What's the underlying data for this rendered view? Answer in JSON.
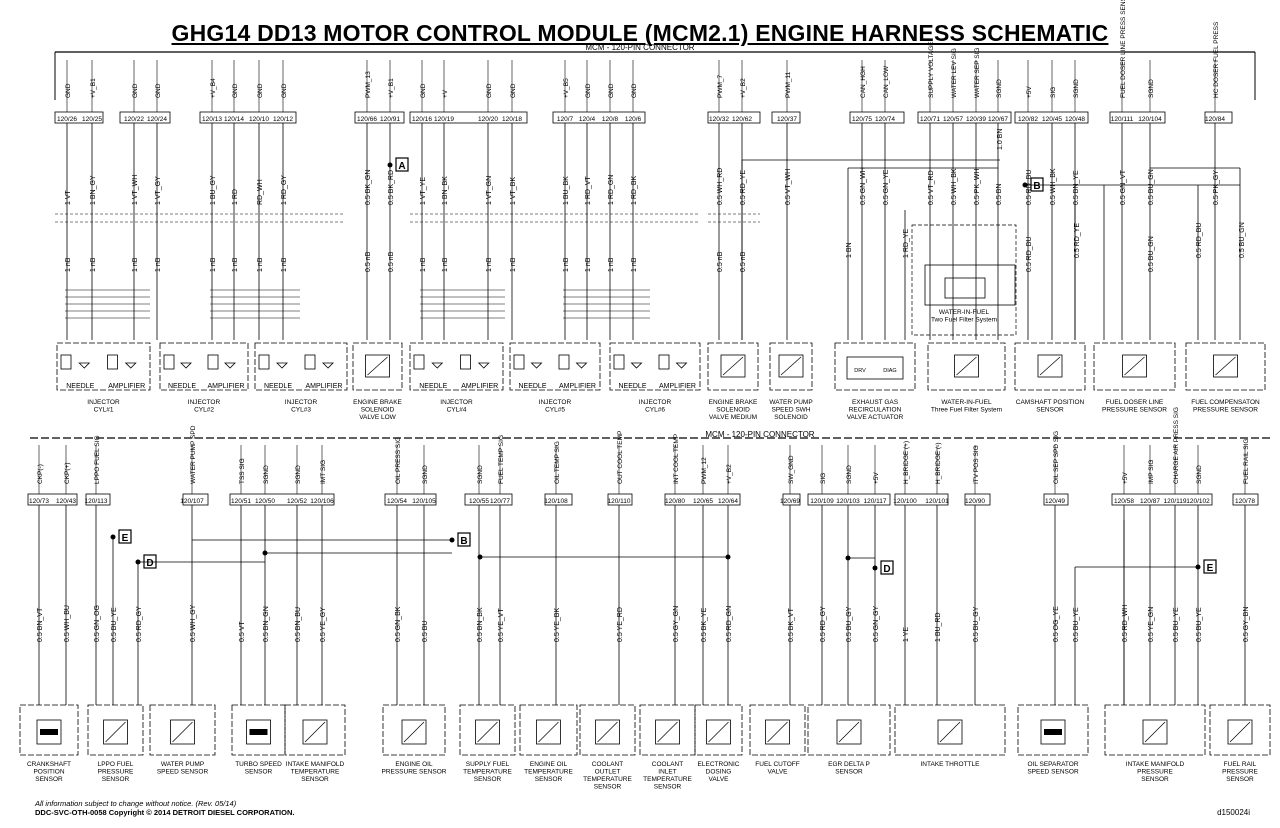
{
  "title": "GHG14 DD13 MOTOR CONTROL MODULE (MCM2.1) ENGINE HARNESS SCHEMATIC",
  "connector_label": "MCM - 120-PIN CONNECTOR",
  "footer": {
    "disclaimer": "All information subject to change without notice. (Rev. 05/14)",
    "copyright": "DDC-SVC-OTH-0058  Copyright © 2014 DETROIT DIESEL CORPORATION.",
    "doc_id": "d150024i"
  },
  "top": {
    "pins": [
      {
        "sig": "GND",
        "pin": "120/26",
        "wire": "1 VT",
        "gauge": "1 nB"
      },
      {
        "sig": "+V_B1",
        "pin": "120/25",
        "wire": "1 BN_GY",
        "gauge": "1 nB"
      },
      {
        "sig": "GND",
        "pin": "120/22",
        "wire": "1 VT_WH",
        "gauge": "1 nB"
      },
      {
        "sig": "GND",
        "pin": "120/24",
        "wire": "1 VT_GY",
        "gauge": "1 nB"
      },
      {
        "sig": "+V_B4",
        "pin": "120/13",
        "wire": "1 BU_GY",
        "gauge": "1 nB"
      },
      {
        "sig": "GND",
        "pin": "120/14",
        "wire": "1 RD",
        "gauge": "1 nB"
      },
      {
        "sig": "GND",
        "pin": "120/10",
        "wire": "RD_WH",
        "gauge": "1 nB"
      },
      {
        "sig": "GND",
        "pin": "120/12",
        "wire": "1 RD_GY",
        "gauge": "1 nB"
      },
      {
        "sig": "PWM_13",
        "pin": "120/66",
        "wire": "0.5 BK_GN",
        "gauge": "0.5 nB"
      },
      {
        "sig": "+V_B1",
        "pin": "120/91",
        "wire": "0.5 BK_RD",
        "gauge": "0.5 nB"
      },
      {
        "sig": "GND",
        "pin": "120/16",
        "wire": "1 VT_YE",
        "gauge": "1 nB"
      },
      {
        "sig": "+V",
        "pin": "120/19",
        "wire": "1 BN_BK",
        "gauge": "1 nB"
      },
      {
        "sig": "GND",
        "pin": "120/20",
        "wire": "1 VT_GN",
        "gauge": "1 nB"
      },
      {
        "sig": "GND",
        "pin": "120/18",
        "wire": "1 VT_BK",
        "gauge": "1 nB"
      },
      {
        "sig": "+V_B5",
        "pin": "120/7",
        "wire": "1 BU_BK",
        "gauge": "1 nB"
      },
      {
        "sig": "GND",
        "pin": "120/4",
        "wire": "1 RD_VT",
        "gauge": "1 nB"
      },
      {
        "sig": "GND",
        "pin": "120/8",
        "wire": "1 RD_GN",
        "gauge": "1 nB"
      },
      {
        "sig": "GND",
        "pin": "120/6",
        "wire": "1 RD_BK",
        "gauge": "1 nB"
      },
      {
        "sig": "PWM_7",
        "pin": "120/32",
        "wire": "0.5 WH_RD",
        "gauge": "0.5 nB"
      },
      {
        "sig": "+V_B2",
        "pin": "120/62",
        "wire": "0.5 RD_YE",
        "gauge": "0.5 nB"
      },
      {
        "sig": "PWM_11",
        "pin": "120/37",
        "wire": "0.5 VT_WH",
        "gauge": ""
      },
      {
        "sig": "CAN_HGH",
        "pin": "120/75",
        "wire": "0.5 GN_WH",
        "gauge": ""
      },
      {
        "sig": "CAN_LOW",
        "pin": "120/74",
        "wire": "0.5 GN_YE",
        "gauge": ""
      },
      {
        "sig": "SUPPLY VOLTAGE",
        "pin": "120/71",
        "wire": "0.5 VT_RD",
        "gauge": ""
      },
      {
        "sig": "WATER LEV SIG",
        "pin": "120/57",
        "wire": "0.5 WH_BK",
        "gauge": ""
      },
      {
        "sig": "WATER SEP SIG",
        "pin": "120/39",
        "wire": "0.5 PK_WH",
        "gauge": ""
      },
      {
        "sig": "SGND",
        "pin": "120/67",
        "wire": "0.5 BN",
        "gauge": ""
      },
      {
        "sig": "+5V",
        "pin": "120/82",
        "wire": "0.5 RD_BU",
        "gauge": "0.5 RD_BU"
      },
      {
        "sig": "SIG",
        "pin": "120/45",
        "wire": "0.5 WH_BK",
        "gauge": ""
      },
      {
        "sig": "SGND",
        "pin": "120/48",
        "wire": "0.5 BN_YE",
        "gauge": ""
      },
      {
        "sig": "FUEL DOSER LINE PRESS SENS",
        "pin": "120/111",
        "wire": "0.5 GN_VT",
        "gauge": ""
      },
      {
        "sig": "SGND",
        "pin": "120/104",
        "wire": "0.5 BU_GN",
        "gauge": "0.5 BU_GN"
      },
      {
        "sig": "HC DOSER FUEL PRESS",
        "pin": "120/84",
        "wire": "0.5 PK_GY",
        "gauge": ""
      }
    ],
    "extra_wires": [
      "1.0 BN",
      "1 RD_YE",
      "1 BN",
      "0.5 RD_YE",
      "0.5 RD_BU",
      "0.5 BU_GN"
    ],
    "components": [
      {
        "label": "INJECTOR\nCYL#1",
        "parts": [
          "NEEDLE",
          "AMPLIFIER"
        ]
      },
      {
        "label": "INJECTOR\nCYL#2",
        "parts": [
          "NEEDLE",
          "AMPLIFIER"
        ]
      },
      {
        "label": "INJECTOR\nCYL#3",
        "parts": [
          "NEEDLE",
          "AMPLIFIER"
        ]
      },
      {
        "label": "ENGINE BRAKE\nSOLENOID\nVALVE LOW",
        "parts": []
      },
      {
        "label": "INJECTOR\nCYL#4",
        "parts": [
          "NEEDLE",
          "AMPLIFIER"
        ]
      },
      {
        "label": "INJECTOR\nCYL#5",
        "parts": [
          "NEEDLE",
          "AMPLIFIER"
        ]
      },
      {
        "label": "INJECTOR\nCYL#6",
        "parts": [
          "NEEDLE",
          "AMPLIFIER"
        ]
      },
      {
        "label": "ENGINE BRAKE\nSOLENOID\nVALVE MEDIUM",
        "parts": []
      },
      {
        "label": "WATER PUMP\nSPEED SWH\nSOLENOID",
        "parts": []
      },
      {
        "label": "EXHAUST GAS\nRECIRCULATION\nVALVE ACTUATOR",
        "parts": [
          "DRV",
          "DIAG"
        ]
      },
      {
        "label": "WATER-IN-FUEL\nThree Fuel Filter System",
        "parts": []
      },
      {
        "label": "CAMSHAFT POSITION\nSENSOR",
        "parts": []
      },
      {
        "label": "FUEL DOSER LINE\nPRESSURE SENSOR",
        "parts": []
      },
      {
        "label": "FUEL COMPENSATON\nPRESSURE SENSOR",
        "parts": []
      }
    ],
    "wif_two_label": "WATER-IN-FUEL\nTwo Fuel Filter System",
    "splice_A": "A",
    "splice_B": "B"
  },
  "bottom": {
    "pins": [
      {
        "sig": "CKP(-)",
        "pin": "120/73",
        "wire": "0.5 BN_VT"
      },
      {
        "sig": "CKP(+)",
        "pin": "120/43",
        "wire": "0.5 WH_BU"
      },
      {
        "sig": "LPPO FUEL SIG",
        "pin": "120/113",
        "wire": "0.5 GN_OG"
      },
      {
        "sig": "WATER PUMP SPD",
        "pin": "120/107",
        "wire": "0.5 WH_GY"
      },
      {
        "sig": "TSS SIG",
        "pin": "120/51",
        "wire": "0.5 VT"
      },
      {
        "sig": "SGND",
        "pin": "120/50",
        "wire": "0.5 BN_GN"
      },
      {
        "sig": "SGND",
        "pin": "120/52",
        "wire": "0.5 BN_BU"
      },
      {
        "sig": "IMT SIG",
        "pin": "120/106",
        "wire": "0.5 YE_GY"
      },
      {
        "sig": "OIL PRESS SIG",
        "pin": "120/54",
        "wire": "0.5 GN_BK"
      },
      {
        "sig": "SGND",
        "pin": "120/105",
        "wire": "0.5 BU"
      },
      {
        "sig": "SGND",
        "pin": "120/55",
        "wire": "0.5 BN_BK"
      },
      {
        "sig": "FUEL TEMP SIG",
        "pin": "120/77",
        "wire": "0.5 YE_VT"
      },
      {
        "sig": "OIL TEMP SIG",
        "pin": "120/108",
        "wire": "0.5 YE_BK"
      },
      {
        "sig": "OUT COOL TEMP",
        "pin": "120/110",
        "wire": "0.5 YE_RD"
      },
      {
        "sig": "INT COOL TEMP",
        "pin": "120/80",
        "wire": "0.5 GY_GN"
      },
      {
        "sig": "PWM_12",
        "pin": "120/65",
        "wire": "0.5 BK_YE"
      },
      {
        "sig": "+V_B2",
        "pin": "120/64",
        "wire": "0.5 RD_GN"
      },
      {
        "sig": "SW_GND",
        "pin": "120/69",
        "wire": "0.5 BK_VT"
      },
      {
        "sig": "SIG",
        "pin": "120/109",
        "wire": "0.5 RD_GY"
      },
      {
        "sig": "SGND",
        "pin": "120/103",
        "wire": "0.5 BU_GY"
      },
      {
        "sig": "+5V",
        "pin": "120/117",
        "wire": "0.5 GN_GY"
      },
      {
        "sig": "H_BRIDGE (+)",
        "pin": "120/100",
        "wire": "1 YE"
      },
      {
        "sig": "H_BRIDGE (-)",
        "pin": "120/101",
        "wire": "1 BU_RD"
      },
      {
        "sig": "ITV POS SIG",
        "pin": "120/90",
        "wire": "0.5 BU_GY"
      },
      {
        "sig": "OIL SEP SPD SIG",
        "pin": "120/49",
        "wire": "0.5 OG_YE"
      },
      {
        "sig": "+5V",
        "pin": "120/58",
        "wire": "0.5 RD_WH"
      },
      {
        "sig": "IMP SIG",
        "pin": "120/87",
        "wire": "0.5 YE_GN"
      },
      {
        "sig": "CHARGE AIR PRESS SIG",
        "pin": "120/119",
        "wire": "0.5 BU_YE"
      },
      {
        "sig": "SGND",
        "pin": "120/102",
        "wire": "0.5 BU_YE"
      },
      {
        "sig": "FUEL RAIL SIG",
        "pin": "120/78",
        "wire": "0.5 GY_BN"
      }
    ],
    "extra_wires": [
      "0.5 BU_YE",
      "0.5 RD_GY",
      "0.5 WH_BU",
      "0.5 RD_BU",
      "0.5 BN_BK",
      "0.5 BN_GN",
      "0.5 RD_GN",
      "0.5 RD_WH",
      "0.5 BU_YE"
    ],
    "components": [
      {
        "label": "CRANKSHAFT\nPOSITION\nSENSOR"
      },
      {
        "label": "LPPO FUEL\nPRESSURE\nSENSOR"
      },
      {
        "label": "WATER PUMP\nSPEED SENSOR"
      },
      {
        "label": "TURBO SPEED\nSENSOR"
      },
      {
        "label": "INTAKE MANIFOLD\nTEMPERATURE\nSENSOR"
      },
      {
        "label": "ENGINE OIL\nPRESSURE SENSOR"
      },
      {
        "label": "SUPPLY FUEL\nTEMPERATURE\nSENSOR"
      },
      {
        "label": "ENGINE OIL\nTEMPERATURE\nSENSOR"
      },
      {
        "label": "COOLANT\nOUTLET\nTEMPERATURE\nSENSOR"
      },
      {
        "label": "COOLANT\nINLET\nTEMPERATURE\nSENSOR"
      },
      {
        "label": "ELECTRONIC\nDOSING\nVALVE"
      },
      {
        "label": "FUEL CUTOFF\nVALVE"
      },
      {
        "label": "EGR DELTA P\nSENSOR"
      },
      {
        "label": "INTAKE THROTTLE"
      },
      {
        "label": "OIL SEPARATOR\nSPEED SENSOR"
      },
      {
        "label": "INTAKE MANIFOLD\nPRESSURE\nSENSOR"
      },
      {
        "label": "FUEL RAIL\nPRESSURE\nSENSOR"
      }
    ],
    "splices": [
      "B",
      "D",
      "E",
      "D",
      "E"
    ]
  }
}
